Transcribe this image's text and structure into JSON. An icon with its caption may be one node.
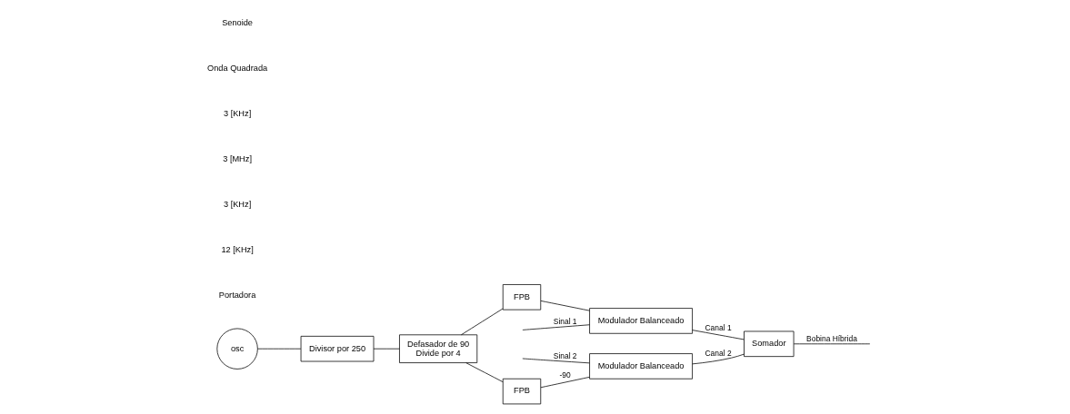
{
  "diagram": {
    "nodes": [
      {
        "text": [
          "osc"
        ]
      },
      {
        "text": [
          "Divisor por 250"
        ]
      },
      {
        "text": [
          "Defasador de 90",
          "Divide por 4"
        ]
      },
      {
        "text": [
          "FPB"
        ]
      },
      {
        "text": [
          "FPB"
        ]
      },
      {
        "text": [
          "Modulador Balanceado"
        ]
      },
      {
        "text": [
          "Modulador Balanceado"
        ]
      },
      {
        "text": [
          "Somador"
        ]
      }
    ],
    "edges": [
      {
        "from": 0,
        "to": 1,
        "arrow": "none"
      },
      {
        "from": 1,
        "to": 2,
        "arrow": "none"
      },
      {
        "from": 2,
        "to": 3,
        "arrow": "none"
      },
      {
        "from": 2,
        "to": 4,
        "arrow": "none"
      },
      {
        "from": 3,
        "to": 5,
        "arrow": "none"
      },
      {
        "from": 4,
        "to": 6,
        "arrow": "none",
        "label": "-90"
      },
      {
        "from": null,
        "to": 5,
        "arrow": "none",
        "label": "Sinal 1"
      },
      {
        "from": null,
        "to": 6,
        "arrow": "none",
        "label": "Sinal 2"
      },
      {
        "from": 5,
        "to": 7,
        "arrow": "none",
        "label": "Canal 1"
      },
      {
        "from": 6,
        "to": 7,
        "arrow": "none",
        "label": "Canal 2"
      },
      {
        "from": 7,
        "to": null,
        "arrow": "none",
        "label": "Bobina Híbrida"
      }
    ],
    "labels": [
      "Portadora",
      "12 [KHz]",
      "3 [KHz]",
      "3 [MHz]",
      "3 [KHz]",
      "Onda Quadrada",
      "Senoide"
    ]
  }
}
